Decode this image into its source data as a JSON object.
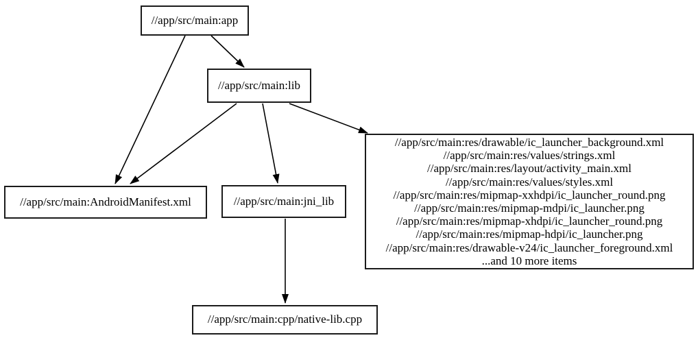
{
  "diagram": {
    "type": "dependency-graph",
    "colors": {
      "background": "#ffffff",
      "node_fill": "#ffffff",
      "node_border": "#000000",
      "edge": "#000000",
      "text": "#000000"
    },
    "nodes": {
      "app": {
        "label": "//app/src/main:app"
      },
      "lib": {
        "label": "//app/src/main:lib"
      },
      "manifest": {
        "label": "//app/src/main:AndroidManifest.xml"
      },
      "jni_lib": {
        "label": "//app/src/main:jni_lib"
      },
      "native": {
        "label": "//app/src/main:cpp/native-lib.cpp"
      },
      "res": {
        "lines": [
          "//app/src/main:res/drawable/ic_launcher_background.xml",
          "//app/src/main:res/values/strings.xml",
          "//app/src/main:res/layout/activity_main.xml",
          "//app/src/main:res/values/styles.xml",
          "//app/src/main:res/mipmap-xxhdpi/ic_launcher_round.png",
          "//app/src/main:res/mipmap-mdpi/ic_launcher.png",
          "//app/src/main:res/mipmap-xhdpi/ic_launcher_round.png",
          "//app/src/main:res/mipmap-hdpi/ic_launcher.png",
          "//app/src/main:res/drawable-v24/ic_launcher_foreground.xml",
          "...and 10 more items"
        ]
      }
    },
    "edges": [
      {
        "from": "app",
        "to": "lib"
      },
      {
        "from": "app",
        "to": "manifest"
      },
      {
        "from": "lib",
        "to": "manifest"
      },
      {
        "from": "lib",
        "to": "jni_lib"
      },
      {
        "from": "lib",
        "to": "res"
      },
      {
        "from": "jni_lib",
        "to": "native"
      }
    ]
  }
}
